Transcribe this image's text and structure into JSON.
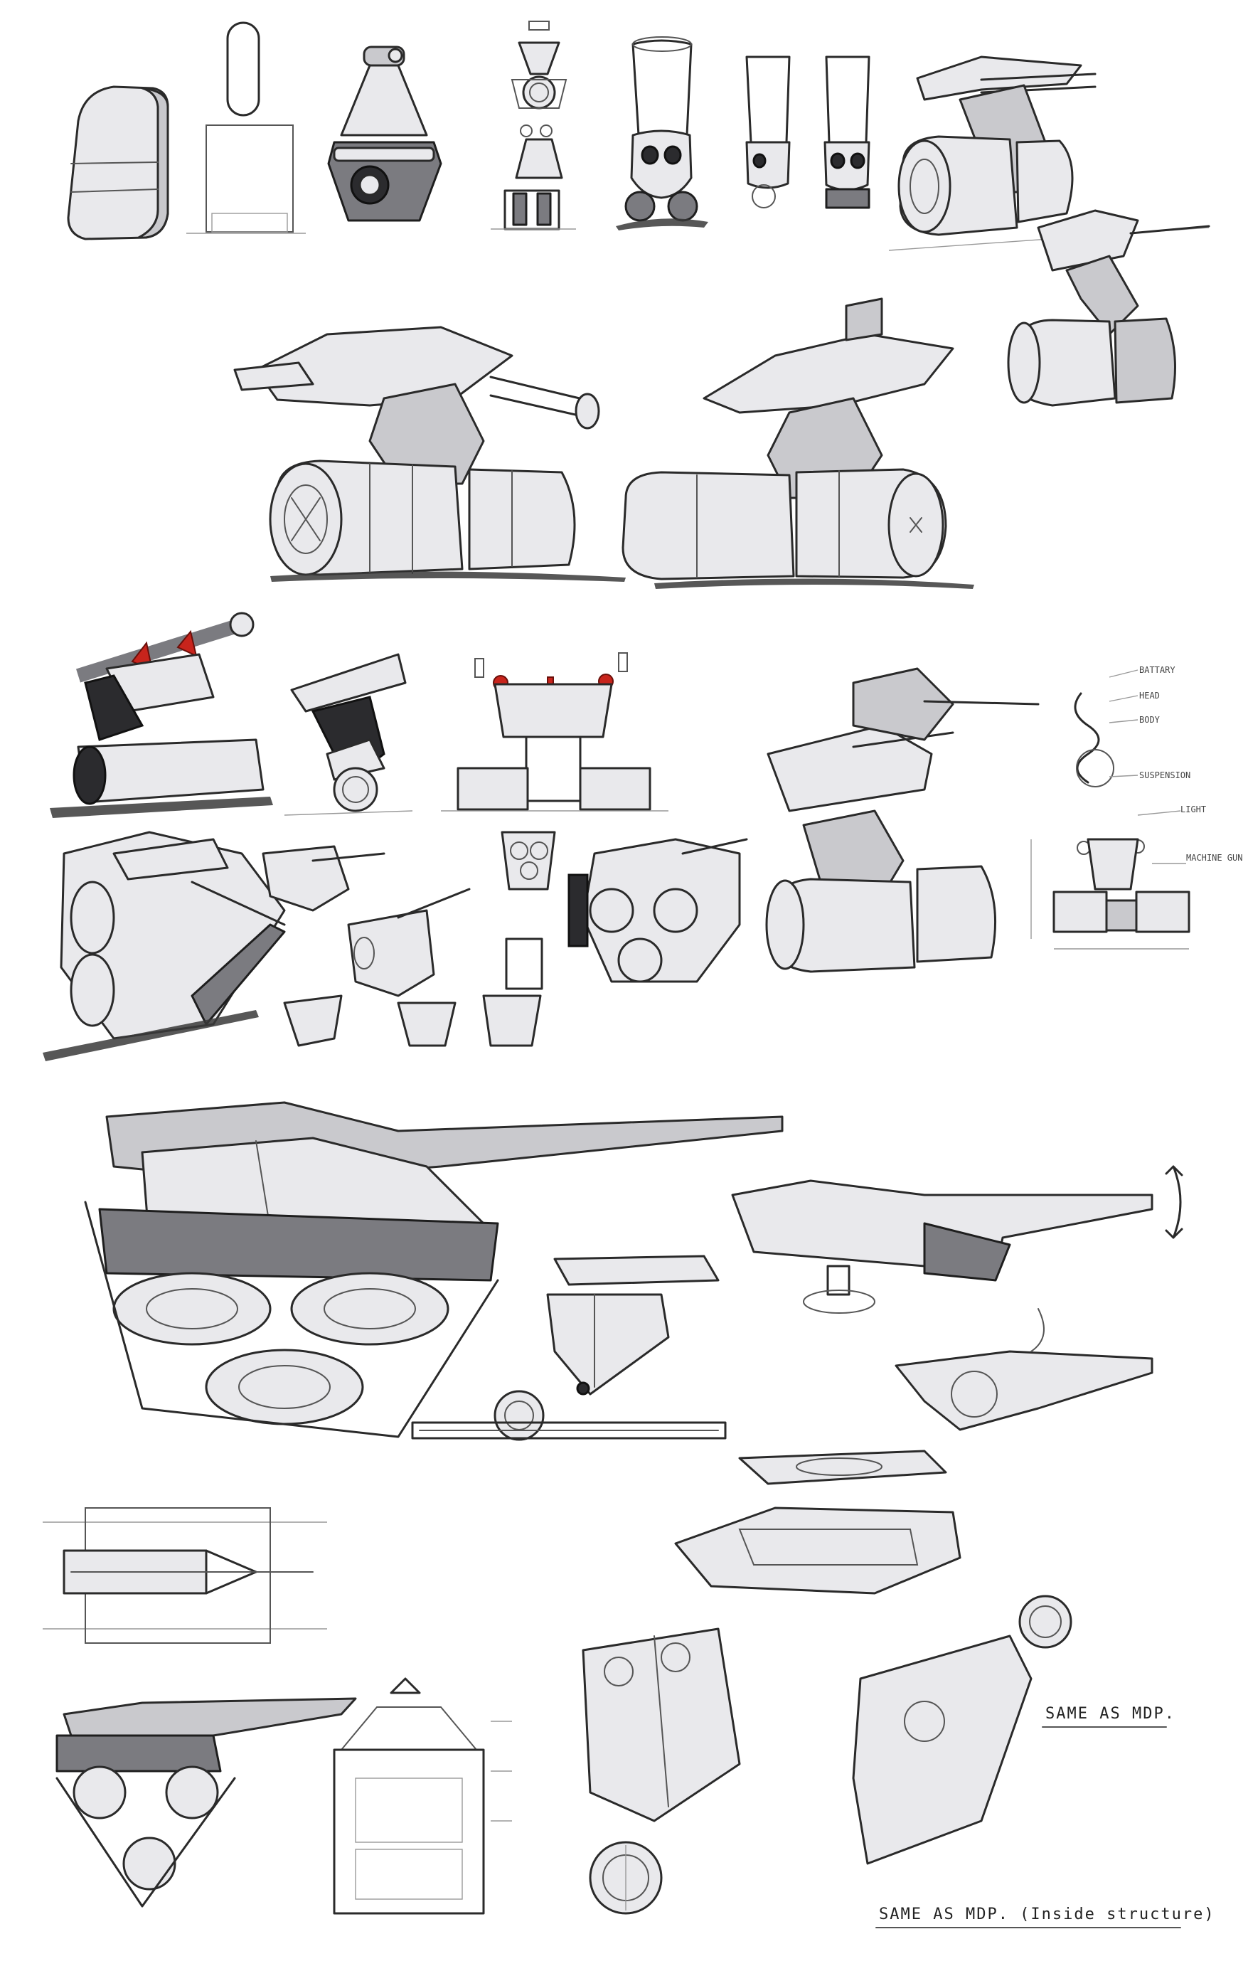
{
  "annotations": {
    "battery": "BATTARY",
    "head": "HEAD",
    "body": "BODY",
    "suspension": "SUSPENSION",
    "light": "LIGHT",
    "machine_gun": "MACHINE GUN",
    "same_as_mdp": "SAME AS MDP.",
    "same_as_mdp_inside": "SAME AS MDP. (Inside structure)"
  },
  "palette": {
    "paper": "#ffffff",
    "graphite": "#2a2a2a",
    "marker_grey": "#7b7b80",
    "accent_red": "#c8241c"
  }
}
